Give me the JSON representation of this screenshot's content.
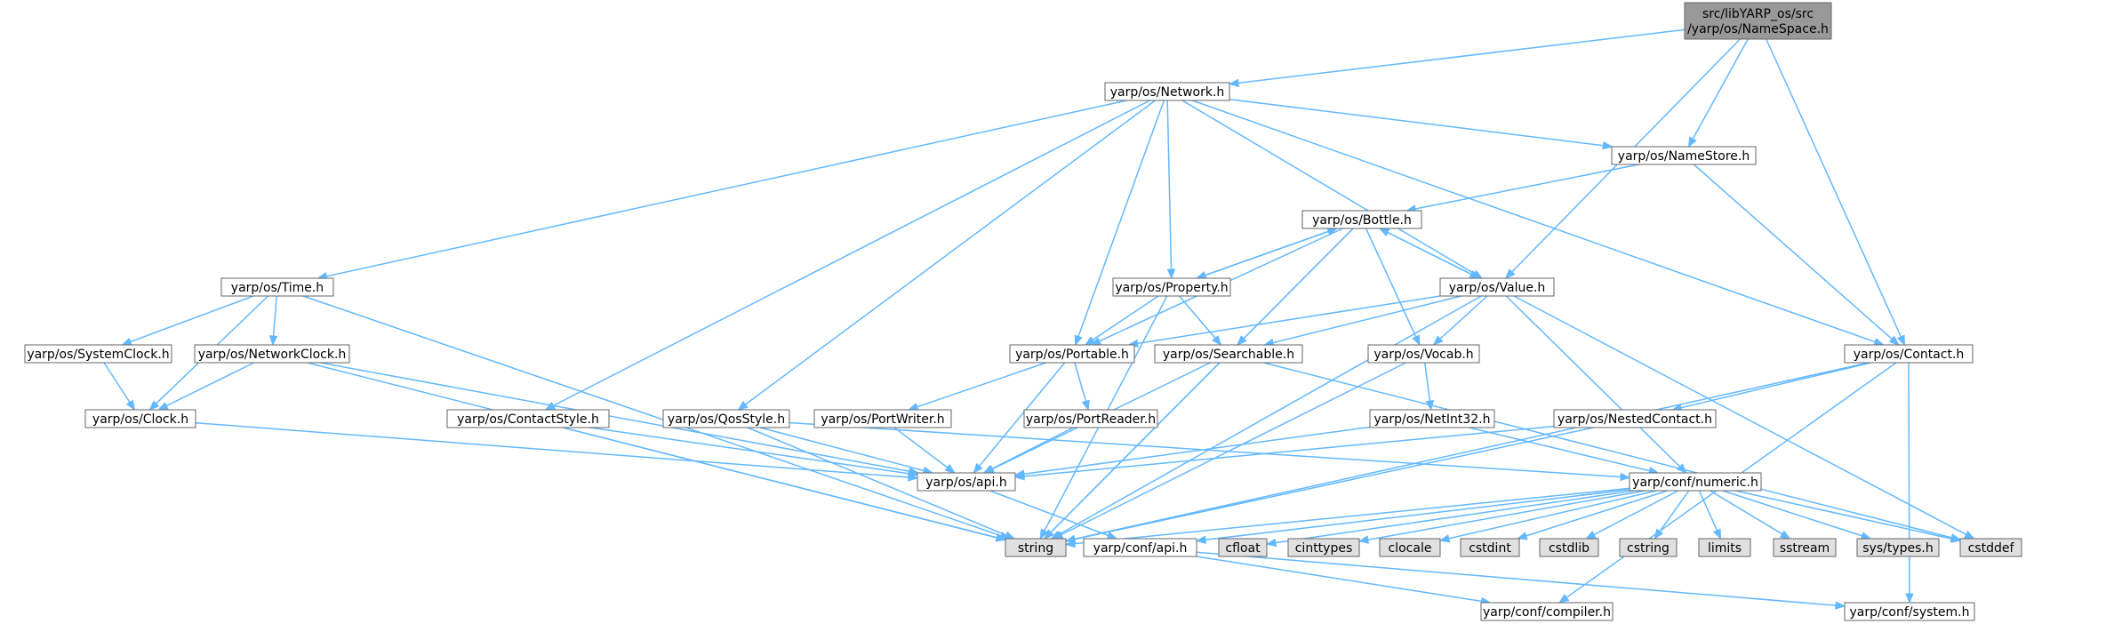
{
  "graph": {
    "nodes": {
      "root": {
        "label_lines": [
          "src/libYARP_os/src",
          "/yarp/os/NameSpace.h"
        ],
        "kind": "root"
      },
      "network": {
        "label_lines": [
          "yarp/os/Network.h"
        ],
        "kind": "file"
      },
      "namestore": {
        "label_lines": [
          "yarp/os/NameStore.h"
        ],
        "kind": "file"
      },
      "bottle": {
        "label_lines": [
          "yarp/os/Bottle.h"
        ],
        "kind": "file"
      },
      "time": {
        "label_lines": [
          "yarp/os/Time.h"
        ],
        "kind": "file"
      },
      "property": {
        "label_lines": [
          "yarp/os/Property.h"
        ],
        "kind": "file"
      },
      "value": {
        "label_lines": [
          "yarp/os/Value.h"
        ],
        "kind": "file"
      },
      "systemclock": {
        "label_lines": [
          "yarp/os/SystemClock.h"
        ],
        "kind": "file"
      },
      "networkclock": {
        "label_lines": [
          "yarp/os/NetworkClock.h"
        ],
        "kind": "file"
      },
      "portable": {
        "label_lines": [
          "yarp/os/Portable.h"
        ],
        "kind": "file"
      },
      "searchable": {
        "label_lines": [
          "yarp/os/Searchable.h"
        ],
        "kind": "file"
      },
      "vocab": {
        "label_lines": [
          "yarp/os/Vocab.h"
        ],
        "kind": "file"
      },
      "contact": {
        "label_lines": [
          "yarp/os/Contact.h"
        ],
        "kind": "file"
      },
      "clock": {
        "label_lines": [
          "yarp/os/Clock.h"
        ],
        "kind": "file"
      },
      "contactstyle": {
        "label_lines": [
          "yarp/os/ContactStyle.h"
        ],
        "kind": "file"
      },
      "qosstyle": {
        "label_lines": [
          "yarp/os/QosStyle.h"
        ],
        "kind": "file"
      },
      "portwriter": {
        "label_lines": [
          "yarp/os/PortWriter.h"
        ],
        "kind": "file"
      },
      "portreader": {
        "label_lines": [
          "yarp/os/PortReader.h"
        ],
        "kind": "file"
      },
      "netint32": {
        "label_lines": [
          "yarp/os/NetInt32.h"
        ],
        "kind": "file"
      },
      "nestedcontact": {
        "label_lines": [
          "yarp/os/NestedContact.h"
        ],
        "kind": "file"
      },
      "osapi": {
        "label_lines": [
          "yarp/os/api.h"
        ],
        "kind": "file"
      },
      "numeric": {
        "label_lines": [
          "yarp/conf/numeric.h"
        ],
        "kind": "file"
      },
      "string": {
        "label_lines": [
          "string"
        ],
        "kind": "system"
      },
      "confapi": {
        "label_lines": [
          "yarp/conf/api.h"
        ],
        "kind": "file"
      },
      "cfloat": {
        "label_lines": [
          "cfloat"
        ],
        "kind": "system"
      },
      "cinttypes": {
        "label_lines": [
          "cinttypes"
        ],
        "kind": "system"
      },
      "clocale": {
        "label_lines": [
          "clocale"
        ],
        "kind": "system"
      },
      "cstdint": {
        "label_lines": [
          "cstdint"
        ],
        "kind": "system"
      },
      "cstdlib": {
        "label_lines": [
          "cstdlib"
        ],
        "kind": "system"
      },
      "cstring": {
        "label_lines": [
          "cstring"
        ],
        "kind": "system"
      },
      "limits": {
        "label_lines": [
          "limits"
        ],
        "kind": "system"
      },
      "sstream": {
        "label_lines": [
          "sstream"
        ],
        "kind": "system"
      },
      "systypes": {
        "label_lines": [
          "sys/types.h"
        ],
        "kind": "system"
      },
      "cstddef": {
        "label_lines": [
          "cstddef"
        ],
        "kind": "system"
      },
      "compiler": {
        "label_lines": [
          "yarp/conf/compiler.h"
        ],
        "kind": "file"
      },
      "system": {
        "label_lines": [
          "yarp/conf/system.h"
        ],
        "kind": "file"
      }
    },
    "edges": [
      [
        "root",
        "network"
      ],
      [
        "root",
        "namestore"
      ],
      [
        "root",
        "value"
      ],
      [
        "root",
        "contact"
      ],
      [
        "network",
        "time"
      ],
      [
        "network",
        "contactstyle"
      ],
      [
        "network",
        "qosstyle"
      ],
      [
        "network",
        "portable"
      ],
      [
        "network",
        "property"
      ],
      [
        "network",
        "value"
      ],
      [
        "network",
        "namestore"
      ],
      [
        "network",
        "contact"
      ],
      [
        "namestore",
        "bottle"
      ],
      [
        "namestore",
        "contact"
      ],
      [
        "bottle",
        "property"
      ],
      [
        "bottle",
        "value"
      ],
      [
        "bottle",
        "portable"
      ],
      [
        "bottle",
        "searchable"
      ],
      [
        "bottle",
        "vocab"
      ],
      [
        "bottle",
        "string"
      ],
      [
        "property",
        "bottle"
      ],
      [
        "property",
        "portable"
      ],
      [
        "property",
        "searchable"
      ],
      [
        "property",
        "string"
      ],
      [
        "value",
        "bottle"
      ],
      [
        "value",
        "portable"
      ],
      [
        "value",
        "searchable"
      ],
      [
        "value",
        "vocab"
      ],
      [
        "value",
        "numeric"
      ],
      [
        "value",
        "string"
      ],
      [
        "value",
        "cstddef"
      ],
      [
        "time",
        "systemclock"
      ],
      [
        "time",
        "networkclock"
      ],
      [
        "time",
        "clock"
      ],
      [
        "time",
        "string"
      ],
      [
        "systemclock",
        "clock"
      ],
      [
        "networkclock",
        "clock"
      ],
      [
        "networkclock",
        "osapi"
      ],
      [
        "networkclock",
        "string"
      ],
      [
        "clock",
        "osapi"
      ],
      [
        "contactstyle",
        "osapi"
      ],
      [
        "contactstyle",
        "string"
      ],
      [
        "qosstyle",
        "osapi"
      ],
      [
        "qosstyle",
        "numeric"
      ],
      [
        "qosstyle",
        "string"
      ],
      [
        "portable",
        "portwriter"
      ],
      [
        "portable",
        "portreader"
      ],
      [
        "portable",
        "osapi"
      ],
      [
        "portwriter",
        "osapi"
      ],
      [
        "portreader",
        "osapi"
      ],
      [
        "searchable",
        "osapi"
      ],
      [
        "searchable",
        "string"
      ],
      [
        "searchable",
        "cstddef"
      ],
      [
        "vocab",
        "netint32"
      ],
      [
        "vocab",
        "string"
      ],
      [
        "netint32",
        "osapi"
      ],
      [
        "netint32",
        "numeric"
      ],
      [
        "contact",
        "nestedcontact"
      ],
      [
        "contact",
        "string"
      ],
      [
        "contact",
        "compiler"
      ],
      [
        "contact",
        "system"
      ],
      [
        "nestedcontact",
        "osapi"
      ],
      [
        "nestedcontact",
        "string"
      ],
      [
        "osapi",
        "confapi"
      ],
      [
        "numeric",
        "string"
      ],
      [
        "numeric",
        "confapi"
      ],
      [
        "numeric",
        "cfloat"
      ],
      [
        "numeric",
        "cinttypes"
      ],
      [
        "numeric",
        "clocale"
      ],
      [
        "numeric",
        "cstdint"
      ],
      [
        "numeric",
        "cstdlib"
      ],
      [
        "numeric",
        "cstring"
      ],
      [
        "numeric",
        "limits"
      ],
      [
        "numeric",
        "sstream"
      ],
      [
        "numeric",
        "systypes"
      ],
      [
        "numeric",
        "cstddef"
      ],
      [
        "confapi",
        "compiler"
      ],
      [
        "confapi",
        "system"
      ]
    ]
  },
  "colors": {
    "root_fill": "#999999",
    "file_fill": "#ffffff",
    "system_fill": "#e0e0e0",
    "node_border": "#666666",
    "edge": "#63b8ff",
    "text": "#000000"
  }
}
